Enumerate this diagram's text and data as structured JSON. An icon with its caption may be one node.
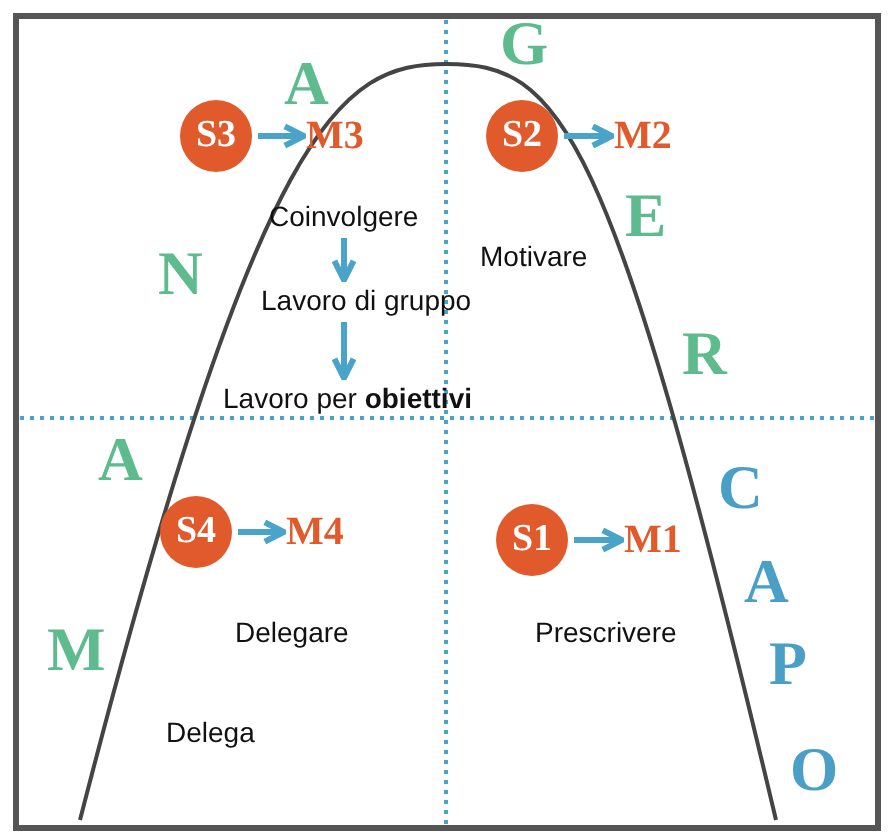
{
  "diagram": {
    "nodes": [
      {
        "text": [
          "S3"
        ]
      },
      {
        "text": [
          "M3"
        ]
      },
      {
        "text": [
          "S2"
        ]
      },
      {
        "text": [
          "M2"
        ]
      },
      {
        "text": [
          "Coinvolgere"
        ]
      },
      {
        "text": [
          "Lavoro di gruppo"
        ]
      },
      {
        "text": [
          "Lavoro per **obiettivi**"
        ]
      },
      {
        "text": [
          "S4"
        ]
      },
      {
        "text": [
          "M4"
        ]
      },
      {
        "text": [
          "S1"
        ]
      },
      {
        "text": [
          "M1"
        ]
      }
    ],
    "edges": [
      {
        "from": 0,
        "to": 1,
        "arrow": "to"
      },
      {
        "from": 2,
        "to": 3,
        "arrow": "to"
      },
      {
        "from": 4,
        "to": 5,
        "arrow": "to"
      },
      {
        "from": 5,
        "to": 6,
        "arrow": "to"
      },
      {
        "from": 7,
        "to": 8,
        "arrow": "to"
      },
      {
        "from": 9,
        "to": 10,
        "arrow": "to"
      }
    ],
    "labels": [
      "M",
      "A",
      "N",
      "A",
      "G",
      "E",
      "R",
      "C",
      "A",
      "P",
      "O",
      "Motivare",
      "Delegare",
      "Prescrivere",
      "Delega"
    ]
  }
}
